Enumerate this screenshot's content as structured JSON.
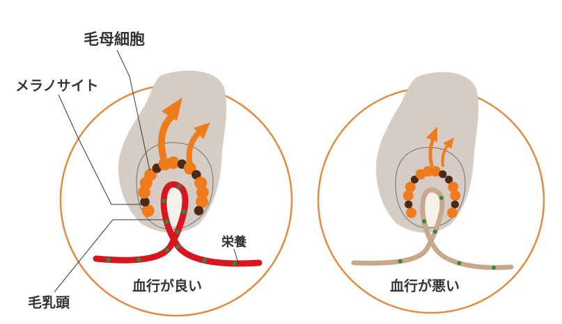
{
  "labels": {
    "hair_matrix_cells": "毛母細胞",
    "melanocyte": "メラノサイト",
    "dermal_papilla": "毛乳頭",
    "nutrition": "栄養"
  },
  "panels": [
    {
      "caption": "血行が良い",
      "vessel_color": "#d9151f"
    },
    {
      "caption": "血行が悪い",
      "vessel_color": "#c8a88a"
    }
  ],
  "colors": {
    "circle_border": "#e58a3a",
    "follicle": "#d6ccc3",
    "follicle_outline": "#6e6e6e",
    "orange_cell": "#ee7b1c",
    "dark_cell": "#4a2a16",
    "dot": "#2e8a3f",
    "text": "#333333"
  },
  "icons": {
    "growth_arrow": "curved-up-arrow-icon"
  }
}
